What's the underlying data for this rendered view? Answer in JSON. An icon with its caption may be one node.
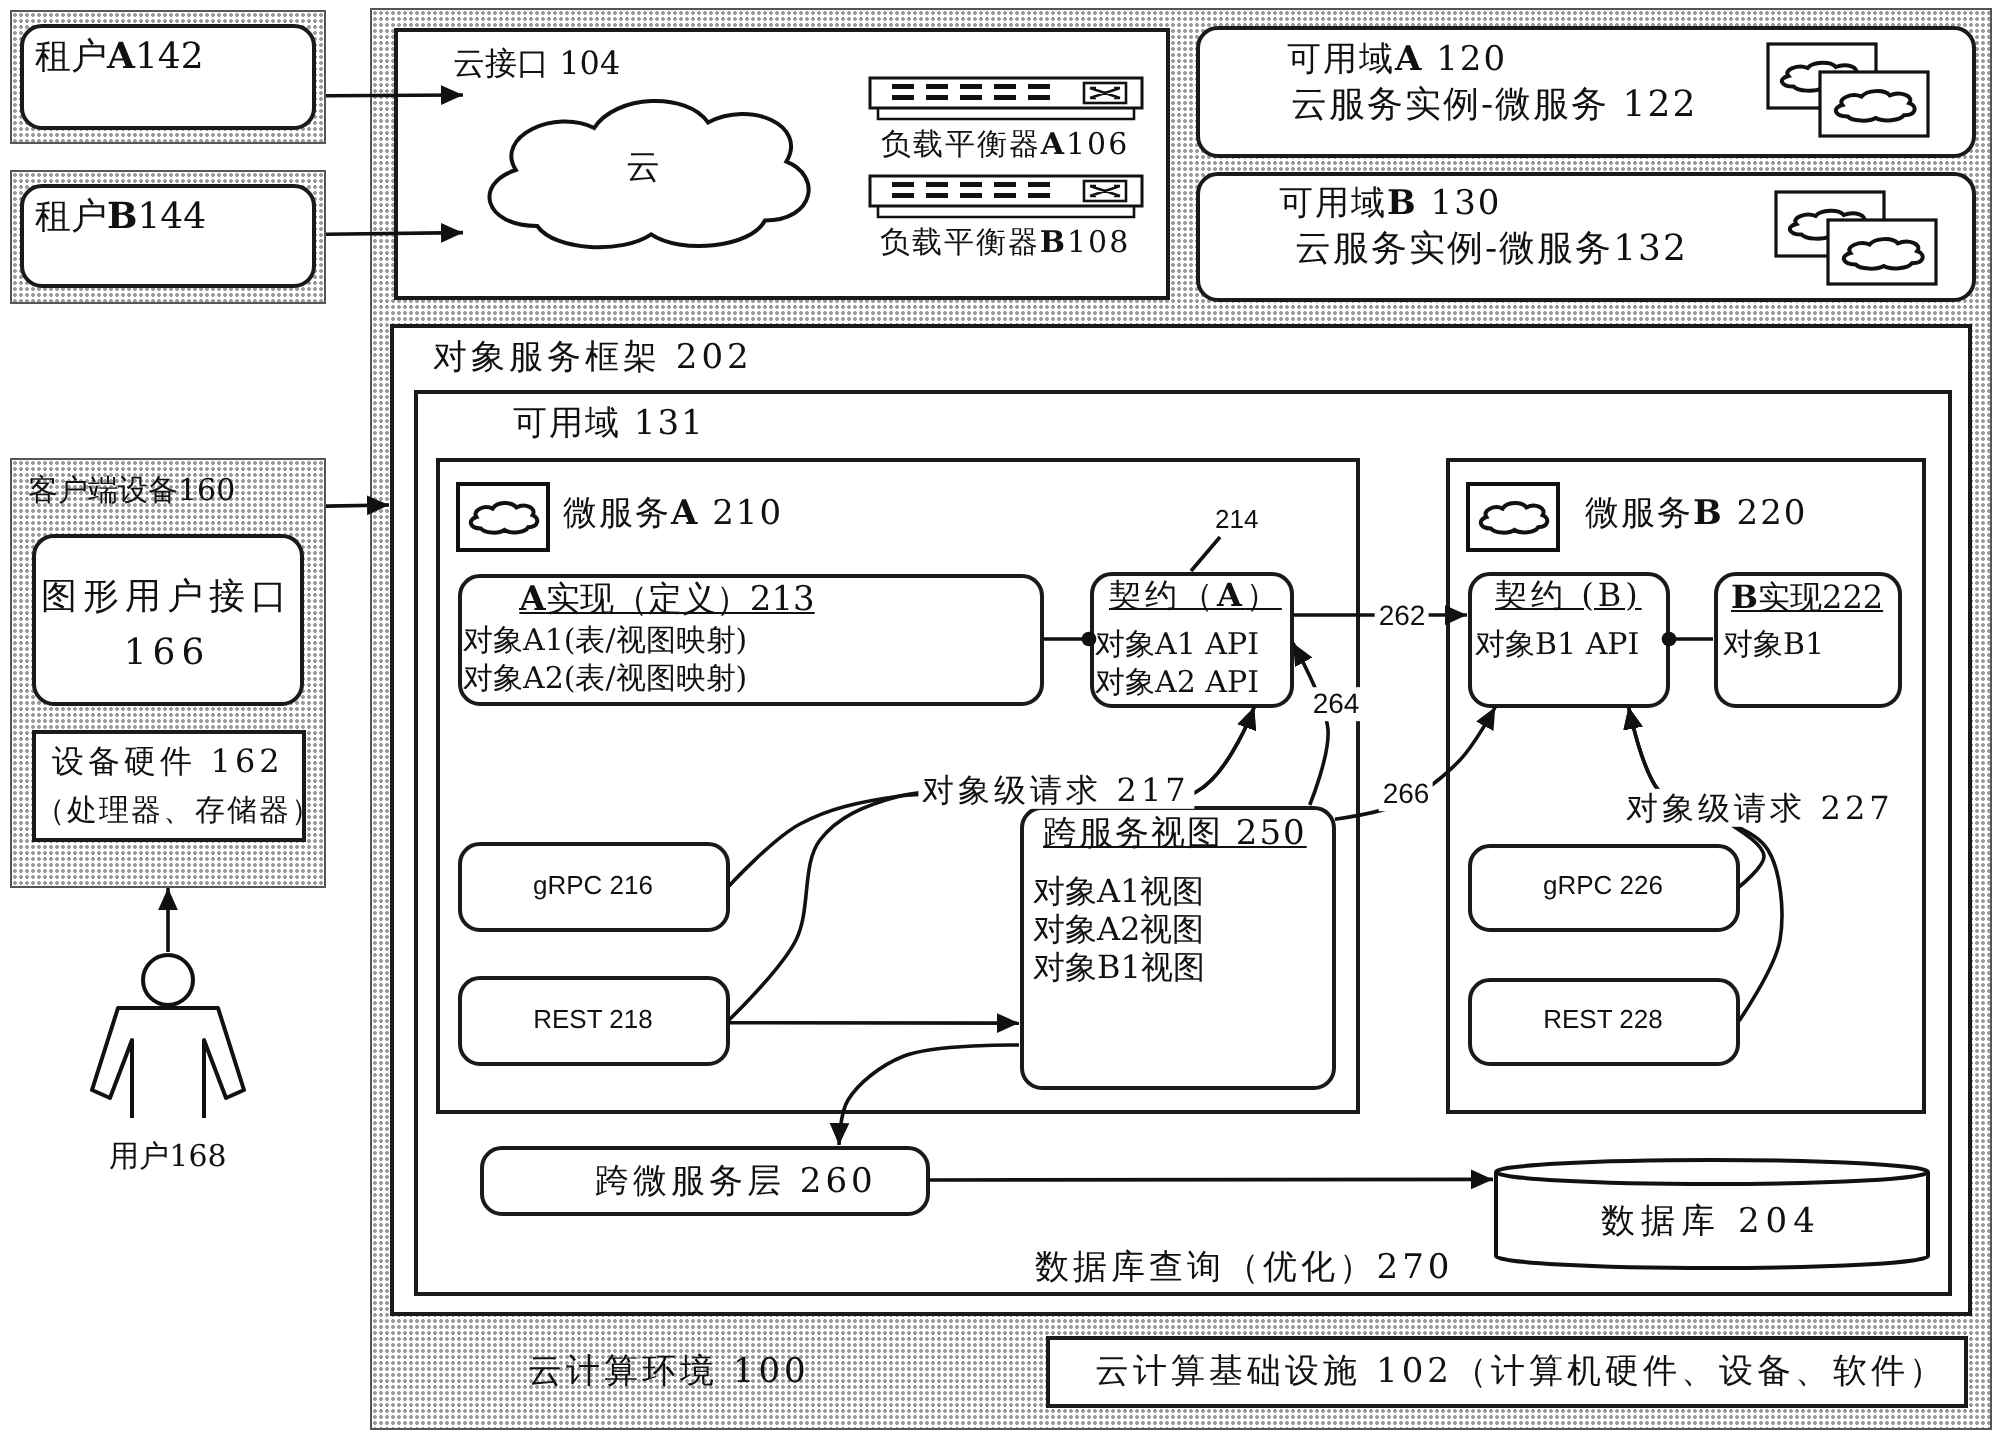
{
  "diagram": {
    "nodes": [
      {
        "text": [],
        "shape": "box"
      },
      {
        "text": [
          "租户**A**142"
        ],
        "in": 0
      },
      {
        "text": [],
        "shape": "box"
      },
      {
        "text": [
          "租户**B**144"
        ],
        "in": 2
      },
      {
        "text": [
          "客户端设备160"
        ]
      },
      {
        "text": [
          "图形用户接口 166"
        ],
        "in": 4
      },
      {
        "text": [
          "设备硬件 162",
          "（处理器、存储器）"
        ],
        "in": 4
      },
      {
        "text": [
          "用户168"
        ]
      },
      {
        "text": [
          "云计算环境 100"
        ]
      },
      {
        "text": [
          "云接口 104"
        ],
        "in": 8
      },
      {
        "text": [
          "云"
        ],
        "in": 9
      },
      {
        "text": [
          "负载平衡器**A**106"
        ],
        "in": 9
      },
      {
        "text": [
          "负载平衡器**B**108"
        ],
        "in": 9
      },
      {
        "text": [
          "可用域**A** 120",
          "云服务实例-微服务 122"
        ],
        "in": 8
      },
      {
        "text": [
          "可用域**B** 130",
          "云服务实例-微服务132"
        ],
        "in": 8
      },
      {
        "text": [
          "对象服务框架 202"
        ],
        "in": 8
      },
      {
        "text": [
          "可用域 131"
        ],
        "in": 15
      },
      {
        "text": [
          "微服务**A** 210"
        ],
        "in": 16
      },
      {
        "text": [
          "**A**实现（定义）213",
          "对象A1(表/视图映射)",
          "对象A2(表/视图映射)"
        ],
        "in": 17
      },
      {
        "text": [
          "214"
        ],
        "in": 17
      },
      {
        "text": [
          "契约（**A**）",
          "对象A1 API",
          "对象A2 API"
        ],
        "in": 17
      },
      {
        "text": [
          "gRPC 216"
        ],
        "in": 17
      },
      {
        "text": [
          "REST 218"
        ],
        "in": 17
      },
      {
        "text": [
          "跨服务视图 250",
          "对象A1视图",
          "对象A2视图",
          "对象B1视图"
        ],
        "in": 17
      },
      {
        "text": [
          "微服务**B** 220"
        ],
        "in": 16
      },
      {
        "text": [
          "契约 (B)",
          "对象B1 API"
        ],
        "in": 24
      },
      {
        "text": [
          "**B**实现222",
          "对象B1"
        ],
        "in": 24
      },
      {
        "text": [
          "gRPC 226"
        ],
        "in": 24
      },
      {
        "text": [
          "REST 228"
        ],
        "in": 24
      },
      {
        "text": [
          "跨微服务层 260"
        ],
        "in": 16
      },
      {
        "text": [
          "数据库 204"
        ],
        "in": 16
      },
      {
        "text": [
          "云计算基础设施 102（计算机硬件、设备、软件）"
        ],
        "in": 8
      }
    ],
    "edges": [
      {
        "from": 0,
        "to": 10,
        "arrow": "to"
      },
      {
        "from": 2,
        "to": 10,
        "arrow": "to"
      },
      {
        "from": 4,
        "to": 15,
        "arrow": "to"
      },
      {
        "from": 7,
        "to": 4,
        "arrow": "to"
      },
      {
        "from": 18,
        "to": 20,
        "arrow": "other"
      },
      {
        "from": 19,
        "to": 20,
        "arrow": "none"
      },
      {
        "from": 20,
        "to": 25,
        "arrow": "to",
        "label": "262"
      },
      {
        "from": 21,
        "to": 20,
        "arrow": "to",
        "label": "对象级请求 217"
      },
      {
        "from": 22,
        "to": 20,
        "arrow": "to"
      },
      {
        "from": 23,
        "to": 20,
        "arrow": "to",
        "label": "264"
      },
      {
        "from": 22,
        "to": 23,
        "arrow": "to"
      },
      {
        "from": 23,
        "to": 25,
        "arrow": "to",
        "label": "266"
      },
      {
        "from": 26,
        "to": 25,
        "arrow": "other"
      },
      {
        "from": 27,
        "to": 25,
        "arrow": "to",
        "label": "对象级请求 227"
      },
      {
        "from": 28,
        "to": 25,
        "arrow": "to"
      },
      {
        "from": 23,
        "to": 29,
        "arrow": "to"
      },
      {
        "from": 29,
        "to": 30,
        "arrow": "to",
        "label": "数据库查询（优化）270"
      }
    ]
  }
}
